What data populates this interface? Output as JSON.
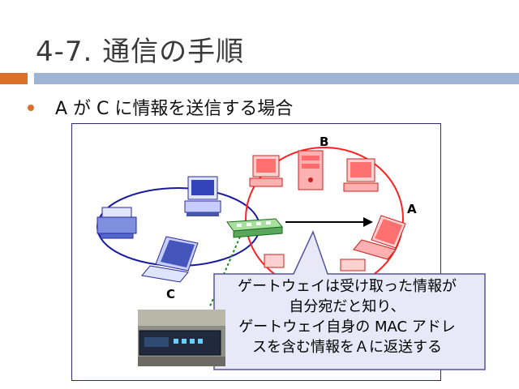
{
  "slide": {
    "title": "4-7. 通信の手順",
    "bullet": "A が C に情報を送信する場合"
  },
  "diagram": {
    "label_a": "A",
    "label_b": "B",
    "label_c": "C",
    "callout_lines": [
      "ゲートウェイは受け取った情報が",
      "自分宛だと知り、",
      "ゲートウェイ自身の MAC アドレ",
      "スを含む情報をＡに返送する"
    ]
  },
  "colors": {
    "accent_orange": "#d9712b",
    "accent_blue": "#9fb4d3",
    "network_left": "#1a1aa0",
    "network_right": "#ff2020",
    "callout_fill": "#e8e8f8",
    "callout_border": "#555599"
  }
}
